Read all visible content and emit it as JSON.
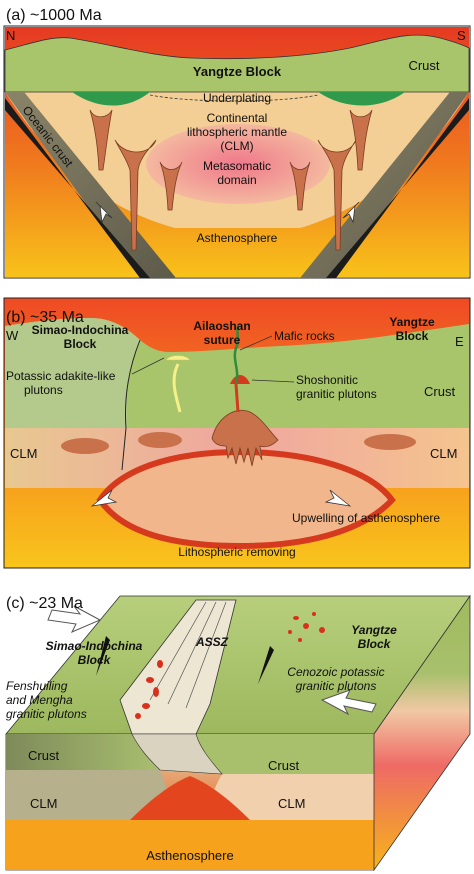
{
  "panel_a": {
    "title": "(a) ~1000 Ma",
    "north": "N",
    "south": "S",
    "yangtze_block": "Yangtze Block",
    "crust": "Crust",
    "underplating": "Underplating",
    "clm_line1": "Continental",
    "clm_line2": "lithospheric mantle",
    "clm_line3": "(CLM)",
    "metasomatic_line1": "Metasomatic",
    "metasomatic_line2": "domain",
    "oceanic_crust": "Oceanic crust",
    "asthenosphere": "Asthenosphere"
  },
  "panel_b": {
    "title": "(b) ~35 Ma",
    "west": "W",
    "east": "E",
    "simao_line1": "Simao-Indochina",
    "simao_line2": "Block",
    "ailaoshan_line1": "Ailaoshan",
    "ailaoshan_line2": "suture",
    "mafic_rocks": "Mafic rocks",
    "yangtze_line1": "Yangtze",
    "yangtze_line2": "Block",
    "adakite_line1": "Potassic adakite-like",
    "adakite_line2": "plutons",
    "shosh_line1": "Shoshonitic",
    "shosh_line2": "granitic plutons",
    "crust": "Crust",
    "clm_left": "CLM",
    "clm_right": "CLM",
    "upwelling": "Upwelling of asthenosphere",
    "removing": "Lithospheric removing"
  },
  "panel_c": {
    "title": "(c) ~23 Ma",
    "simao_line1": "Simao-Indochina",
    "simao_line2": "Block",
    "assz": "ASSZ",
    "yangtze_line1": "Yangtze",
    "yangtze_line2": "Block",
    "cenozoic_line1": "Cenozoic potassic",
    "cenozoic_line2": "granitic plutons",
    "fensh_line1": "Fenshuiling",
    "fensh_line2": "and Mengha",
    "fensh_line3": "granitic plutons",
    "crust_left": "Crust",
    "crust_right": "Crust",
    "clm_left": "CLM",
    "clm_right": "CLM",
    "asthenosphere": "Asthenosphere"
  },
  "colors": {
    "crust": "#a8c56a",
    "crust_light": "#c9db93",
    "mantle": "#f2c98e",
    "asthenosphere_top": "#e8321e",
    "asthenosphere_bottom": "#f7b21a",
    "metasomatic": "#ef8a8a",
    "pluton": "#c8704a",
    "slab": "#6e6a56",
    "underplating": "#2c9a4a"
  }
}
